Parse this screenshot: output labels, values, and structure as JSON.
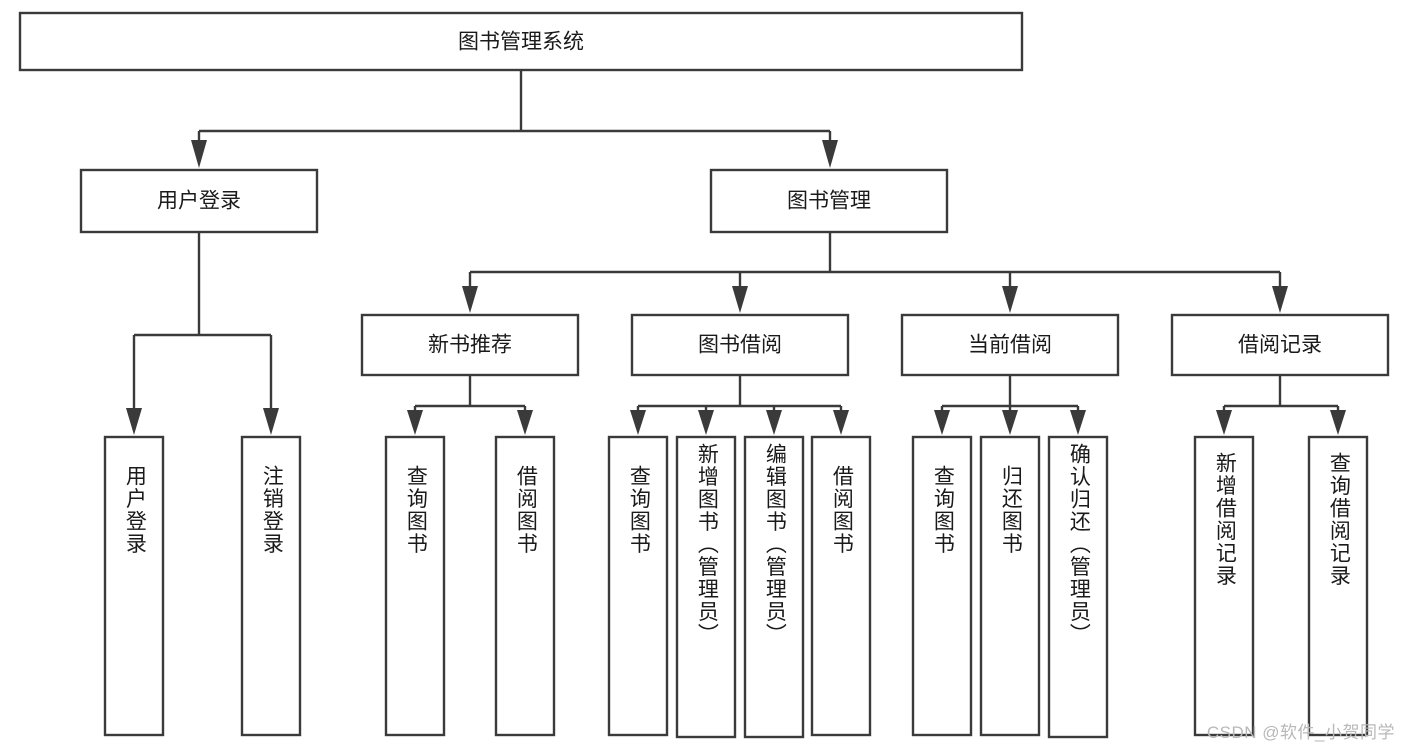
{
  "diagram": {
    "title": "图书管理系统",
    "type": "tree-hierarchy-chart",
    "colors": {
      "stroke": "#3a3a3a",
      "box_fill": "#ffffff",
      "text": "#1a1a1a",
      "background": "#ffffff",
      "watermark": "#b8b8b8"
    },
    "root": {
      "label": "图书管理系统"
    },
    "level2": [
      {
        "label": "用户登录"
      },
      {
        "label": "图书管理"
      }
    ],
    "level3": [
      {
        "label": "新书推荐"
      },
      {
        "label": "图书借阅"
      },
      {
        "label": "当前借阅"
      },
      {
        "label": "借阅记录"
      }
    ],
    "leaves": {
      "user_login": [
        {
          "label": "用户登录"
        },
        {
          "label": "注销登录"
        }
      ],
      "new_book_recommend": [
        {
          "label": "查询图书"
        },
        {
          "label": "借阅图书"
        }
      ],
      "book_borrow": [
        {
          "label": "查询图书"
        },
        {
          "label": "新增图书（管理员）"
        },
        {
          "label": "编辑图书（管理员）"
        },
        {
          "label": "借阅图书"
        }
      ],
      "current_borrow": [
        {
          "label": "查询图书"
        },
        {
          "label": "归还图书"
        },
        {
          "label": "确认归还（管理员）"
        }
      ],
      "borrow_record": [
        {
          "label": "新增借阅记录"
        },
        {
          "label": "查询借阅记录"
        }
      ]
    },
    "watermark": "CSDN @软件_小贺同学"
  }
}
